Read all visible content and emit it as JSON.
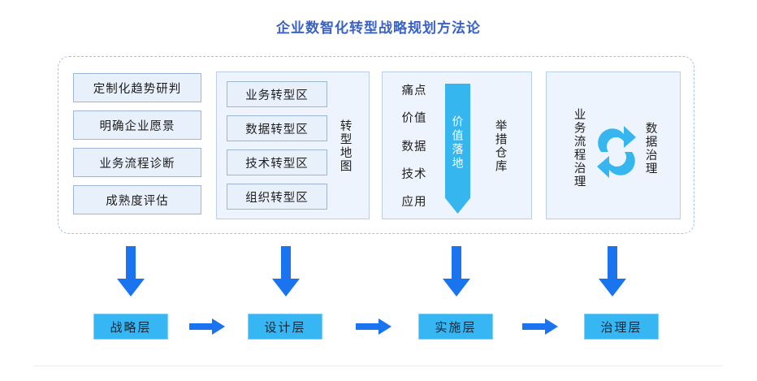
{
  "title": "企业数智化转型战略规划方法论",
  "colors": {
    "title_blue": "#3a62c4",
    "dashed_border": "#9fc3e8",
    "panel_fill": "#eef4fd",
    "panel_border": "#b9cfeb",
    "tile_fill": "#e8f0fb",
    "tile_border": "#9db6d8",
    "ribbon_cyan": "#35b6ef",
    "layer_cyan": "#36b6f2",
    "arrow_blue": "#1a73ef",
    "rule_gray": "#ececec"
  },
  "panels": [
    {
      "id": "panel-assessment",
      "tiles": [
        {
          "label": "定制化趋势研判"
        },
        {
          "label": "明确企业愿景"
        },
        {
          "label": "业务流程诊断"
        },
        {
          "label": "成熟度评估"
        }
      ]
    },
    {
      "id": "panel-transformation-map",
      "side_label": "转型地图",
      "tiles": [
        {
          "label": "业务转型区"
        },
        {
          "label": "数据转型区"
        },
        {
          "label": "技术转型区"
        },
        {
          "label": "组织转型区"
        }
      ]
    },
    {
      "id": "panel-initiative-repository",
      "side_label": "举措仓库",
      "ribbon_label": "价值落地",
      "words": [
        "痛点",
        "价值",
        "数据",
        "技术",
        "应用"
      ]
    },
    {
      "id": "panel-governance",
      "left_label": "业务流程治理",
      "right_label": "数据治理",
      "icon": "cycle-arrows-icon"
    }
  ],
  "layers": [
    {
      "label": "战略层"
    },
    {
      "label": "设计层"
    },
    {
      "label": "实施层"
    },
    {
      "label": "治理层"
    }
  ],
  "flow_arrows": {
    "down_count": 4,
    "right_count": 3,
    "down_icon": "arrow-down-icon",
    "right_icon": "arrow-right-icon"
  }
}
